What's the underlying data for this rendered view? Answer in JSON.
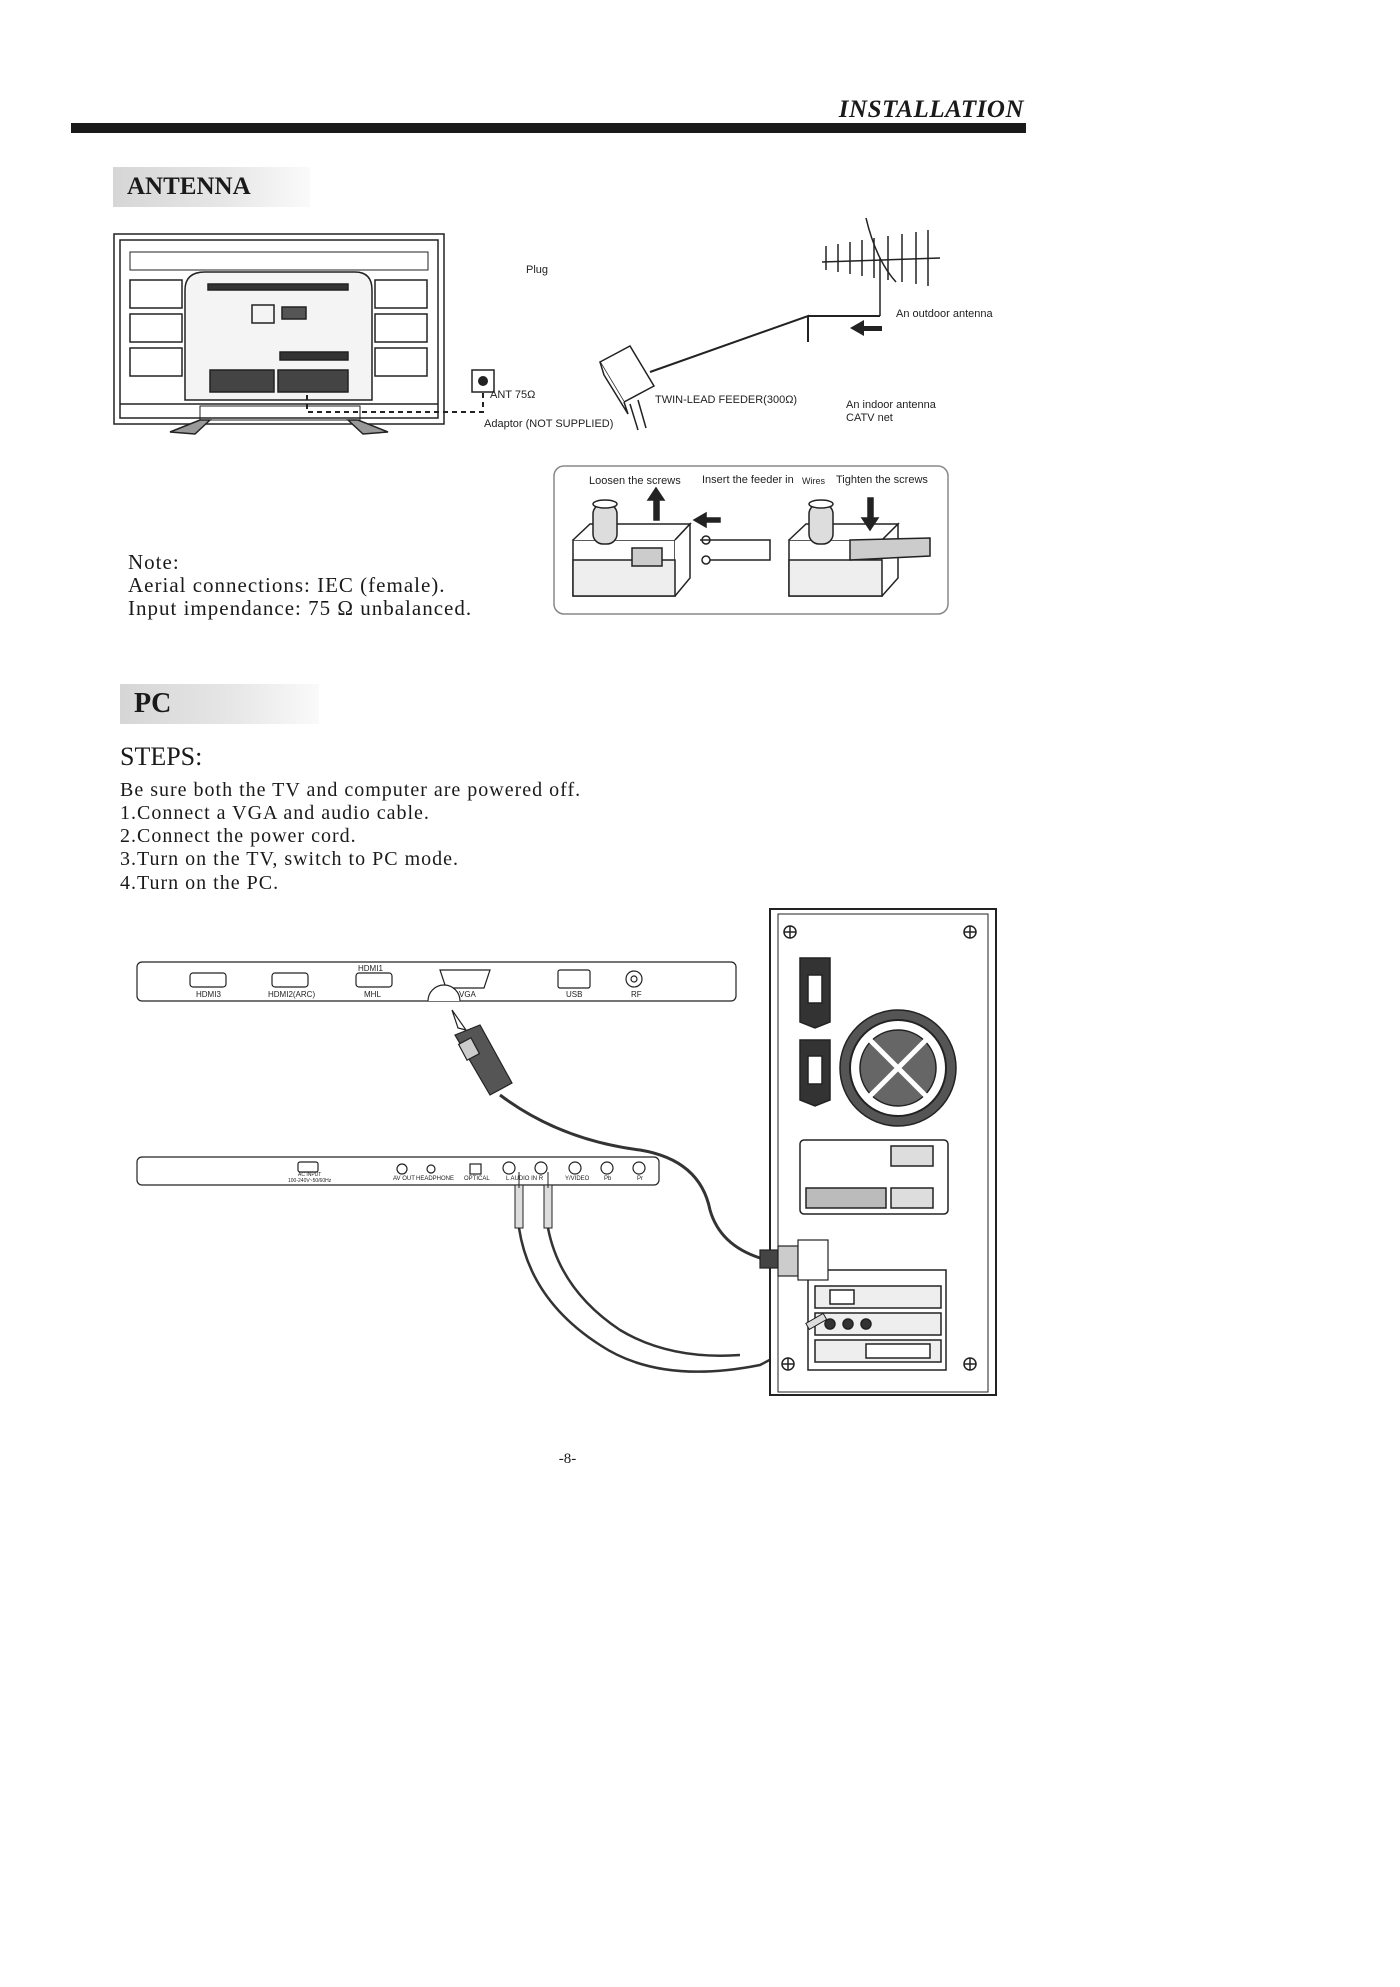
{
  "header": {
    "title": "INSTALLATION"
  },
  "antenna": {
    "heading": "ANTENNA",
    "labels": {
      "plug": "Plug",
      "outdoor": "An outdoor antenna",
      "ant": "ANT 75Ω",
      "feeder": "TWIN-LEAD FEEDER(300Ω)",
      "indoor_line1": "An indoor antenna",
      "indoor_line2": "CATV net",
      "adaptor": "Adaptor  (NOT SUPPLIED)"
    },
    "steps_box": {
      "loosen": "Loosen the screws",
      "insert": "Insert the feeder in",
      "wires": "Wires",
      "tighten": "Tighten the screws"
    },
    "note": {
      "line1": "Note:",
      "line2": "Aerial connections: IEC (female).",
      "line3": "Input impendance: 75 Ω unbalanced."
    }
  },
  "pc": {
    "heading": "PC",
    "steps_title": "STEPS:",
    "steps": [
      "Be sure both the TV and computer are powered off.",
      "1.Connect a VGA and audio cable.",
      "2.Connect the power cord.",
      "3.Turn on the TV, switch  to PC mode.",
      "4.Turn on the PC."
    ],
    "top_panel": {
      "hdmi3": "HDMI3",
      "hdmi2": "HDMI2(ARC)",
      "hdmi1": "HDMI1",
      "mhl": "MHL",
      "vga": "VGA",
      "usb": "USB",
      "rf": "RF"
    },
    "bottom_panel": {
      "ac_input_1": "AC INPUT",
      "ac_input_2": "100-240V~50/60Hz",
      "av_out": "AV OUT",
      "headphone": "HEADPHONE",
      "optical": "OPTICAL",
      "audio_in": "L AUDIO IN R",
      "yvideo": "Y/VIDEO",
      "pb": "Pb",
      "pr": "Pr"
    }
  },
  "footer": {
    "page_number": "-8-"
  }
}
